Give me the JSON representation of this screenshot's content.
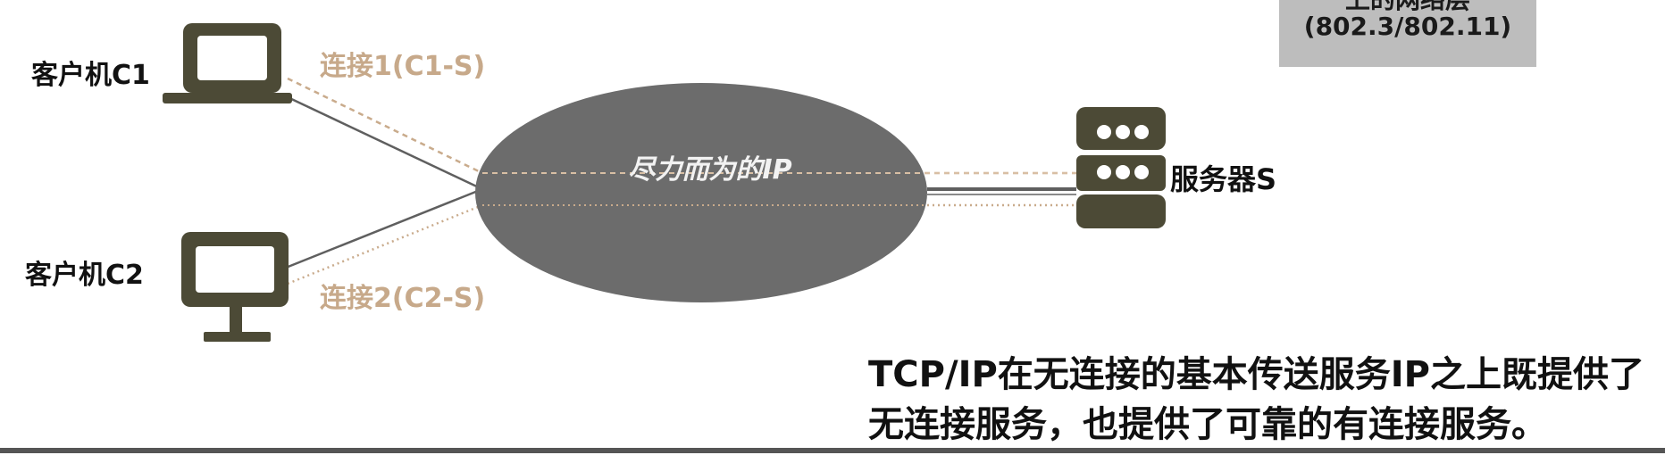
{
  "protocol_box": {
    "line1_partial": "上的网络层",
    "line2": "(802.3/802.11)"
  },
  "nodes": {
    "client1": "客户机C1",
    "client2": "客户机C2",
    "server": "服务器S"
  },
  "connections": {
    "conn1": "连接1(C1-S)",
    "conn2": "连接2(C2-S)"
  },
  "network_cloud": "尽力而为的IP",
  "caption": {
    "line1": "TCP/IP在无连接的基本传送服务IP之上既提供了",
    "line2": "无连接服务，也提供了可靠的有连接服务。"
  },
  "colors": {
    "device": "#4c4a36",
    "cloud": "#6c6c6c",
    "connection_text": "#c7a98a",
    "connection_line": "#c9ab8c",
    "link_line": "#5f5f5f",
    "box_fill": "#bdbdbd"
  }
}
